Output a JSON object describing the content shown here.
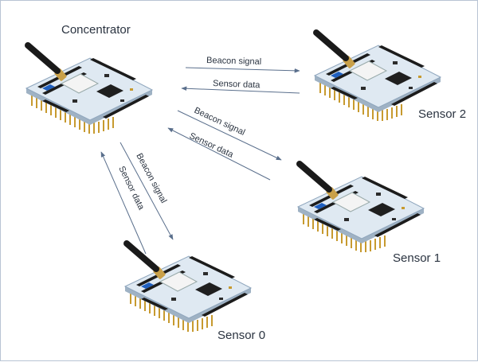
{
  "nodes": {
    "concentrator": {
      "label": "Concentrator"
    },
    "sensor0": {
      "label": "Sensor 0"
    },
    "sensor1": {
      "label": "Sensor 1"
    },
    "sensor2": {
      "label": "Sensor 2"
    }
  },
  "links": {
    "to_sensor2": {
      "beacon": "Beacon signal",
      "data": "Sensor data"
    },
    "to_sensor1": {
      "beacon": "Beacon signal",
      "data": "Sensor data"
    },
    "to_sensor0": {
      "beacon": "Beacon signal",
      "data": "Sensor data"
    }
  },
  "board": {
    "logo": "ST"
  },
  "colors": {
    "arrow": "#5a6f8c",
    "pcb": "#dfe9f2",
    "pcb_edge": "#8fa6bd",
    "header": "#1c1c1c",
    "pins": "#c79a2f",
    "antenna": "#1a1a1a",
    "connector": "#c9a048",
    "logo": "#1f5fbf"
  },
  "icons": [
    "board-icon",
    "antenna-icon",
    "arrow-icon"
  ]
}
